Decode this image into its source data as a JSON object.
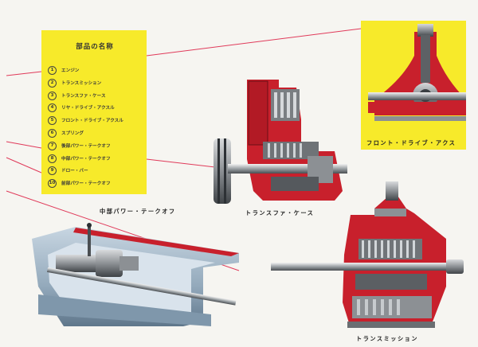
{
  "legend": {
    "title": "部品の名称",
    "items": [
      {
        "num": "1",
        "label": "エンジン"
      },
      {
        "num": "2",
        "label": "トランスミッション"
      },
      {
        "num": "3",
        "label": "トランスファ・ケース"
      },
      {
        "num": "4",
        "label": "リヤ・ドライブ・アクスル"
      },
      {
        "num": "5",
        "label": "フロント・ドライブ・アクスル"
      },
      {
        "num": "6",
        "label": "スプリング"
      },
      {
        "num": "7",
        "label": "後部パワー・テークオフ"
      },
      {
        "num": "8",
        "label": "中部パワー・テークオフ"
      },
      {
        "num": "9",
        "label": "ドロー・バー"
      },
      {
        "num": "10",
        "label": "前部パワー・テークオフ"
      }
    ]
  },
  "captions": {
    "front_axle": "フロント・ドライブ・アクス",
    "mid_pto": "中部パワー・テークオフ",
    "transfer_case": "トランスファ・ケース",
    "transmission": "トランスミッション"
  },
  "colors": {
    "legend_bg": "#f7ea2a",
    "section_red": "#c8202c",
    "metal_gray": "#8e9296",
    "frame_blue": "#9fb4c6",
    "leader_line": "#e03a5a"
  }
}
